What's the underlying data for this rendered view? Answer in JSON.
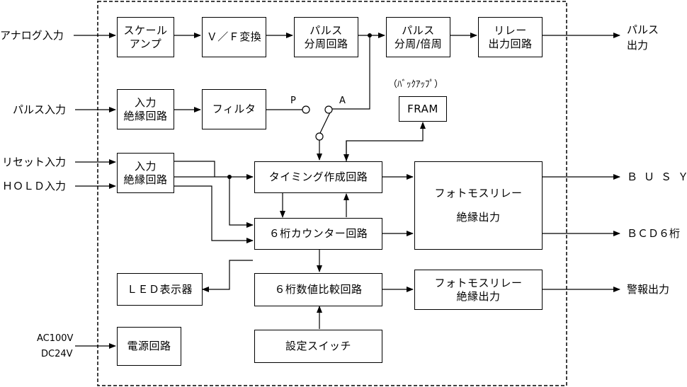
{
  "inputs": {
    "analog": "アナログ入力",
    "pulse": "パルス入力",
    "reset": "リセット入力",
    "hold": "ＨＯＬＤ入力",
    "power_ac": "AC100V",
    "power_dc": "DC24V"
  },
  "outputs": {
    "pulse_line1": "パルス",
    "pulse_line2": "出力",
    "busy": "ＢＵＳＹ",
    "bcd": "ＢＣＤ６桁",
    "alarm": "警報出力"
  },
  "blocks": {
    "scale_amp": [
      "スケール",
      "アンプ"
    ],
    "vf": "Ｖ／Ｆ変換",
    "pulse_div": [
      "パルス",
      "分周回路"
    ],
    "pulse_divmul": [
      "パルス",
      "分周/倍周"
    ],
    "relay_out": [
      "リレー",
      "出力回路"
    ],
    "iso_in_1": [
      "入力",
      "絶縁回路"
    ],
    "filter": "フィルタ",
    "iso_in_2": [
      "入力",
      "絶縁回路"
    ],
    "timing": "タイミング作成回路",
    "counter": "６桁カウンター回路",
    "photomos_1": [
      "フォトモスリレー",
      "絶縁出力"
    ],
    "led": "ＬＥＤ表示器",
    "comparator": "６桁数値比較回路",
    "photomos_2": [
      "フォトモスリレー",
      "絶縁出力"
    ],
    "power": "電源回路",
    "switch": "設定スイッチ",
    "fram": "FRAM"
  },
  "annotations": {
    "backup": "（ﾊﾞｯｸｱｯﾌﾟ）",
    "switch_p": "P",
    "switch_a": "A"
  }
}
